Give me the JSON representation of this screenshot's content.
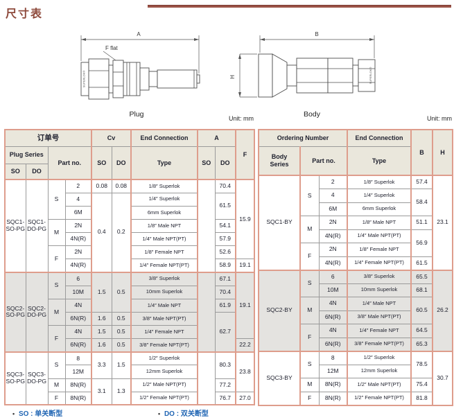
{
  "colors": {
    "accent": "#de9d8c",
    "grid": "#9a9a9a",
    "header-bg": "#eae7dc",
    "shade": "#e4e3e0",
    "ink": "#20222f",
    "note-blue": "#2166b4",
    "title-red": "#8e4a3c",
    "line-red": "#9a5246"
  },
  "page": {
    "title": "尺寸表",
    "unit_label": "Unit: mm"
  },
  "diagrams": {
    "plug": {
      "caption": "Plug",
      "dim_top": "A",
      "flat_label": "F flat",
      "brand": "SUPERLOK®"
    },
    "body": {
      "caption": "Body",
      "dim_top": "B",
      "dim_side": "H",
      "brand": "SUPERLOK®"
    }
  },
  "footnotes": [
    {
      "bullet": "•",
      "term": "SO :",
      "desc": "单关断型"
    },
    {
      "bullet": "•",
      "term": "DO :",
      "desc": "双关断型"
    }
  ],
  "plug_table": {
    "header_rows": [
      [
        {
          "v": "订单号",
          "cs": 4,
          "cls": "cn sr"
        },
        {
          "v": "Cv",
          "cs": 2,
          "cls": "sr"
        },
        {
          "v": "End Connection",
          "cls": "sr"
        },
        {
          "v": "A",
          "cs": 2,
          "cls": "sr"
        },
        {
          "v": "F",
          "rs": 3
        }
      ],
      [
        {
          "v": "Plug Series",
          "cs": 2
        },
        {
          "v": "Part no.",
          "rs": 2,
          "cs": 2,
          "cls": "sr"
        },
        {
          "v": "SO",
          "rs": 2
        },
        {
          "v": "DO",
          "rs": 2,
          "cls": "sr"
        },
        {
          "v": "Type",
          "rs": 2,
          "cls": "sr"
        },
        {
          "v": "SO",
          "rs": 2
        },
        {
          "v": "DO",
          "rs": 2,
          "cls": "sr"
        }
      ],
      [
        {
          "v": "SO"
        },
        {
          "v": "DO"
        }
      ]
    ],
    "groups": [
      {
        "id": "sqc1",
        "shaded": false,
        "rows": [
          [
            {
              "v": "SQC1-\nSO-PG",
              "rs": 7,
              "cls": "series"
            },
            {
              "v": "SQC1-\nDO-PG",
              "rs": 7,
              "cls": "series"
            },
            {
              "v": "S",
              "rs": 3
            },
            {
              "v": "2",
              "cls": "sr"
            },
            {
              "v": "0.08"
            },
            {
              "v": "0.08",
              "cls": "sr"
            },
            {
              "v": "1/8″ Superlok",
              "cls": "type sr"
            },
            {
              "v": "",
              "rs": 7
            },
            {
              "v": "70.4",
              "cls": "sr"
            },
            {
              "v": "15.9",
              "rs": 6
            }
          ],
          [
            {
              "v": "4",
              "cls": "sr"
            },
            {
              "v": "0.4",
              "rs": 6
            },
            {
              "v": "0.2",
              "rs": 6,
              "cls": "sr"
            },
            {
              "v": "1/4″ Superlok",
              "cls": "type sr"
            },
            {
              "v": "61.5",
              "rs": 2,
              "cls": "sr"
            }
          ],
          [
            {
              "v": "6M",
              "cls": "sr"
            },
            {
              "v": "6mm Superlok",
              "cls": "type sr"
            }
          ],
          [
            {
              "v": "M",
              "rs": 2
            },
            {
              "v": "2N",
              "cls": "sr"
            },
            {
              "v": "1/8″ Male NPT",
              "cls": "type sr"
            },
            {
              "v": "54.1",
              "cls": "sr"
            }
          ],
          [
            {
              "v": "4N(R)",
              "cls": "sr"
            },
            {
              "v": "1/4″ Male NPT(PT)",
              "cls": "type sr"
            },
            {
              "v": "57.9",
              "cls": "sr"
            }
          ],
          [
            {
              "v": "F",
              "rs": 2
            },
            {
              "v": "2N",
              "cls": "sr"
            },
            {
              "v": "1/8″ Female NPT",
              "cls": "type sr"
            },
            {
              "v": "52.6",
              "cls": "sr"
            }
          ],
          [
            {
              "v": "4N(R)",
              "cls": "sr"
            },
            {
              "v": "1/4″ Female NPT(PT)",
              "cls": "type sr"
            },
            {
              "v": "58.9",
              "cls": "sr"
            },
            {
              "v": "19.1"
            }
          ]
        ]
      },
      {
        "id": "sqc2",
        "shaded": true,
        "rows": [
          [
            {
              "v": "SQC2-\nSO-PG",
              "rs": 6,
              "cls": "series"
            },
            {
              "v": "SQC2-\nDO-PG",
              "rs": 6,
              "cls": "series"
            },
            {
              "v": "S",
              "rs": 2
            },
            {
              "v": "6",
              "cls": "sr"
            },
            {
              "v": "1.5",
              "rs": 3
            },
            {
              "v": "0.5",
              "rs": 3,
              "cls": "sr"
            },
            {
              "v": "3/8″ Superlok",
              "cls": "type sr"
            },
            {
              "v": "",
              "rs": 6
            },
            {
              "v": "67.1",
              "cls": "sr"
            },
            {
              "v": "19.1",
              "rs": 5
            }
          ],
          [
            {
              "v": "10M",
              "cls": "sr"
            },
            {
              "v": "10mm Superlok",
              "cls": "type sr"
            },
            {
              "v": "70.4",
              "cls": "sr"
            }
          ],
          [
            {
              "v": "M",
              "rs": 2
            },
            {
              "v": "4N",
              "cls": "sr"
            },
            {
              "v": "1/4″ Male NPT",
              "cls": "type sr"
            },
            {
              "v": "61.9",
              "cls": "sr"
            }
          ],
          [
            {
              "v": "6N(R)",
              "cls": "sr"
            },
            {
              "v": "1.6"
            },
            {
              "v": "0.5",
              "cls": "sr"
            },
            {
              "v": "3/8″ Male NPT(PT)",
              "cls": "type sr"
            },
            {
              "v": "62.7",
              "rs": 3,
              "cls": "sr"
            }
          ],
          [
            {
              "v": "F",
              "rs": 2
            },
            {
              "v": "4N",
              "cls": "sr"
            },
            {
              "v": "1.5"
            },
            {
              "v": "0.5",
              "cls": "sr"
            },
            {
              "v": "1/4″ Female NPT",
              "cls": "type sr"
            }
          ],
          [
            {
              "v": "6N(R)",
              "cls": "sr"
            },
            {
              "v": "1.6"
            },
            {
              "v": "0.5",
              "cls": "sr"
            },
            {
              "v": "3/8″ Female NPT(PT)",
              "cls": "type sr"
            },
            {
              "v": "22.2"
            }
          ]
        ]
      },
      {
        "id": "sqc3",
        "shaded": false,
        "rows": [
          [
            {
              "v": "SQC3-\nSO-PG",
              "rs": 4,
              "cls": "series"
            },
            {
              "v": "SQC3-\nDO-PG",
              "rs": 4,
              "cls": "series"
            },
            {
              "v": "S",
              "rs": 2
            },
            {
              "v": "8",
              "cls": "sr"
            },
            {
              "v": "3.3",
              "rs": 2
            },
            {
              "v": "1.5",
              "rs": 2,
              "cls": "sr"
            },
            {
              "v": "1/2″ Superlok",
              "cls": "type sr"
            },
            {
              "v": "",
              "rs": 4
            },
            {
              "v": "80.3",
              "rs": 2,
              "cls": "sr"
            },
            {
              "v": "23.8",
              "rs": 3
            }
          ],
          [
            {
              "v": "12M",
              "cls": "sr"
            },
            {
              "v": "12mm Superlok",
              "cls": "type sr"
            }
          ],
          [
            {
              "v": "M"
            },
            {
              "v": "8N(R)",
              "cls": "sr"
            },
            {
              "v": "3.1",
              "rs": 2
            },
            {
              "v": "1.3",
              "rs": 2,
              "cls": "sr"
            },
            {
              "v": "1/2″ Male NPT(PT)",
              "cls": "type sr"
            },
            {
              "v": "77.2",
              "cls": "sr"
            }
          ],
          [
            {
              "v": "F"
            },
            {
              "v": "8N(R)",
              "cls": "sr"
            },
            {
              "v": "1/2″ Female NPT(PT)",
              "cls": "type sr"
            },
            {
              "v": "76.7",
              "cls": "sr"
            },
            {
              "v": "27.0"
            }
          ]
        ]
      }
    ]
  },
  "body_table": {
    "header_rows": [
      [
        {
          "v": "Ordering Number",
          "cs": 3,
          "cls": "sr"
        },
        {
          "v": "End Connection",
          "cls": "sr"
        },
        {
          "v": "B",
          "rs": 2,
          "cls": "sr"
        },
        {
          "v": "H",
          "rs": 2
        }
      ],
      [
        {
          "v": "Body\nSeries",
          "cls": "series sr"
        },
        {
          "v": "Part no.",
          "cs": 2,
          "cls": "sr"
        },
        {
          "v": "Type",
          "cls": "sr"
        }
      ]
    ],
    "groups": [
      {
        "id": "sqc1-by",
        "shaded": false,
        "rows": [
          [
            {
              "v": "SQC1-BY",
              "rs": 7,
              "cls": "series sr"
            },
            {
              "v": "S",
              "rs": 3
            },
            {
              "v": "2",
              "cls": "sr"
            },
            {
              "v": "1/8″ Superlok",
              "cls": "type sr"
            },
            {
              "v": "57.4",
              "cls": "sr"
            },
            {
              "v": "23.1",
              "rs": 7
            }
          ],
          [
            {
              "v": "4",
              "cls": "sr"
            },
            {
              "v": "1/4″ Superlok",
              "cls": "type sr"
            },
            {
              "v": "58.4",
              "rs": 2,
              "cls": "sr"
            }
          ],
          [
            {
              "v": "6M",
              "cls": "sr"
            },
            {
              "v": "6mm Superlok",
              "cls": "type sr"
            }
          ],
          [
            {
              "v": "M",
              "rs": 2
            },
            {
              "v": "2N",
              "cls": "sr"
            },
            {
              "v": "1/8″ Male NPT",
              "cls": "type sr"
            },
            {
              "v": "51.1",
              "cls": "sr"
            }
          ],
          [
            {
              "v": "4N(R)",
              "cls": "sr"
            },
            {
              "v": "1/4″ Male NPT(PT)",
              "cls": "type sr"
            },
            {
              "v": "56.9",
              "rs": 2,
              "cls": "sr"
            }
          ],
          [
            {
              "v": "F",
              "rs": 2
            },
            {
              "v": "2N",
              "cls": "sr"
            },
            {
              "v": "1/8″ Female NPT",
              "cls": "type sr"
            }
          ],
          [
            {
              "v": "4N(R)",
              "cls": "sr"
            },
            {
              "v": "1/4″ Female NPT(PT)",
              "cls": "type sr"
            },
            {
              "v": "61.5",
              "cls": "sr"
            }
          ]
        ]
      },
      {
        "id": "sqc2-by",
        "shaded": true,
        "rows": [
          [
            {
              "v": "SQC2-BY",
              "rs": 6,
              "cls": "series sr"
            },
            {
              "v": "S",
              "rs": 2
            },
            {
              "v": "6",
              "cls": "sr"
            },
            {
              "v": "3/8″ Superlok",
              "cls": "type sr"
            },
            {
              "v": "65.5",
              "cls": "sr"
            },
            {
              "v": "26.2",
              "rs": 6
            }
          ],
          [
            {
              "v": "10M",
              "cls": "sr"
            },
            {
              "v": "10mm Superlok",
              "cls": "type sr"
            },
            {
              "v": "68.1",
              "cls": "sr"
            }
          ],
          [
            {
              "v": "M",
              "rs": 2
            },
            {
              "v": "4N",
              "cls": "sr"
            },
            {
              "v": "1/4″ Male NPT",
              "cls": "type sr"
            },
            {
              "v": "60.5",
              "rs": 2,
              "cls": "sr"
            }
          ],
          [
            {
              "v": "6N(R)",
              "cls": "sr"
            },
            {
              "v": "3/8″ Male NPT(PT)",
              "cls": "type sr"
            }
          ],
          [
            {
              "v": "F",
              "rs": 2
            },
            {
              "v": "4N",
              "cls": "sr"
            },
            {
              "v": "1/4″ Female NPT",
              "cls": "type sr"
            },
            {
              "v": "64.5",
              "cls": "sr"
            }
          ],
          [
            {
              "v": "6N(R)",
              "cls": "sr"
            },
            {
              "v": "3/8″ Female NPT(PT)",
              "cls": "type sr"
            },
            {
              "v": "65.3",
              "cls": "sr"
            }
          ]
        ]
      },
      {
        "id": "sqc3-by",
        "shaded": false,
        "rows": [
          [
            {
              "v": "SQC3-BY",
              "rs": 4,
              "cls": "series sr"
            },
            {
              "v": "S",
              "rs": 2
            },
            {
              "v": "8",
              "cls": "sr"
            },
            {
              "v": "1/2″ Superlok",
              "cls": "type sr"
            },
            {
              "v": "78.5",
              "rs": 2,
              "cls": "sr"
            },
            {
              "v": "30.7",
              "rs": 4
            }
          ],
          [
            {
              "v": "12M",
              "cls": "sr"
            },
            {
              "v": "12mm Superlok",
              "cls": "type sr"
            }
          ],
          [
            {
              "v": "M"
            },
            {
              "v": "8N(R)",
              "cls": "sr"
            },
            {
              "v": "1/2″ Male NPT(PT)",
              "cls": "type sr"
            },
            {
              "v": "75.4",
              "cls": "sr"
            }
          ],
          [
            {
              "v": "F"
            },
            {
              "v": "8N(R)",
              "cls": "sr"
            },
            {
              "v": "1/2″ Female NPT(PT)",
              "cls": "type sr"
            },
            {
              "v": "81.8",
              "cls": "sr"
            }
          ]
        ]
      }
    ]
  }
}
